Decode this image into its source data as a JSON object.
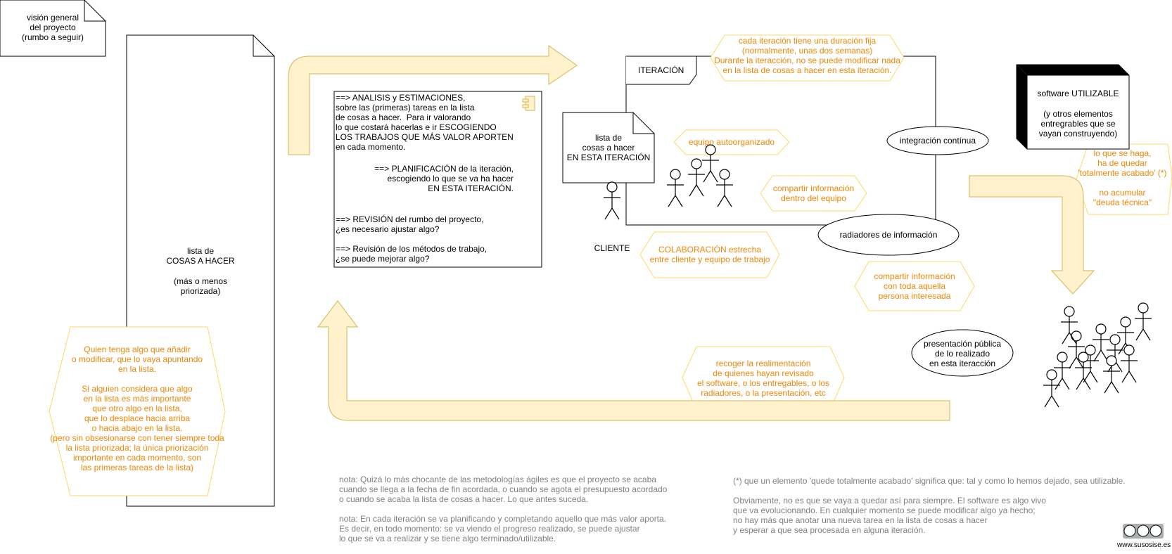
{
  "vision_note": "visión general\ndel proyecto\n(rumbo a seguir)",
  "backlog": {
    "title": "lista de\nCOSAS A HACER",
    "subtitle": "(más o menos\npriorizada)"
  },
  "backlog_note": "Quien tenga algo que añadir\no modificar, que lo vaya apuntando\nen la lista.\n\nSi alguien considera que algo\nen la lista es más importante\nque otro algo en la lista,\nque lo desplace hacia arriba\no hacia abajo en la lista.\n(pero sin obsesionarse con tener siempre toda\nla lista priorizada; la única priorización\nimportante en cada momento, son\nlas primeras tareas de la lista)",
  "planning": {
    "analysis": "==> ANALISIS y ESTIMACIONES,\nsobre las (primeras) tareas en la lista\nde cosas a hacer.  Para ir valorando\nlo que costará hacerlas e ir ESCOGIENDO\nLOS TRABAJOS QUE MÁS VALOR APORTEN\nen cada momento.",
    "planning_step": "==> PLANIFICACIÓN de la iteración,\nescogiendo lo que se va ha hacer\nEN ESTA ITERACIÓN.",
    "review": "==> REVISIÓN del rumbo del proyecto,\n¿es necesario ajustar algo?",
    "retro": "==> Revisión de los métodos de trabajo,\n¿se puede mejorar algo?"
  },
  "iteration": {
    "label": "ITERACIÓN",
    "duration_note": "cada iteración tiene una duración fija\n(normalmente, unas dos semanas)\nDurante la iteracción, no se puede modificar nada\nen la lista de cosas a hacer en esta iteración.",
    "sprint_backlog": "lista de\ncosas a hacer\nEN ESTA ITERACIÓN",
    "self_organized": "equipo autoorganizado",
    "share_team": "compartir información\ndentro del equipo",
    "ci": "integración contínua",
    "radiators": "radiadores de información"
  },
  "client_label": "CLIENTE",
  "collaboration": "COLABORACIÓN estrecha\nentre cliente y equipo de trabajo",
  "share_all": "compartir información\ncon toda aquella\npersona interesada",
  "software": {
    "title": "software UTILIZABLE",
    "subtitle": "(y otros elementos\nentregrables que se\nvayan construyendo)"
  },
  "done_note": "lo que se haga,\nha de quedar\n'totalmente acabado' (*)\n\nno acumular\n\"deuda técnica\"",
  "demo": "presentación pública\nde lo realizado\nen esta iteracción",
  "feedback": "recoger la realimentación\nde quienes hayan revisado\nel software, o los entregables, o los\nradiadores, o la presentación, etc",
  "notes_left": "nota: Quizá lo más chocante de las metodologías ágiles es que el proyecto se acaba\ncuando se llega a la fecha de fin acordada, o cuando se agota el presupuesto acordado\no cuando se acaba la lista de cosas a hacer. Lo que antes suceda.\n\nnota: En cada iteración se va planificando y completando aquello que más valor aporta.\nEs decir, en todo momento: se va viendo el progreso realizado, se puede ajustar\nlo que se va a realizar y se tiene algo terminado/utilizable.",
  "notes_right": "(*) que un elemento 'quede totalmente acabado' significa que: tal y como lo hemos dejado, sea utilizable.\n\nObviamente, no es que se vaya a quedar así para siempre. El software es algo vivo\nque va evolucionando. En cualquier momento se puede modificar algo ya hecho;\nno hay más que anotar una nueva tarea en la lista de cosas a hacer\ny esperar a que sea procesada en alguna iteración.",
  "license_url": "www.susosise.es",
  "colors": {
    "arrow_fill": "#fff2cc",
    "arrow_stroke": "#d6b656",
    "note_stroke": "#ffd966",
    "note_text": "#f08705",
    "gray_text": "#808080"
  }
}
